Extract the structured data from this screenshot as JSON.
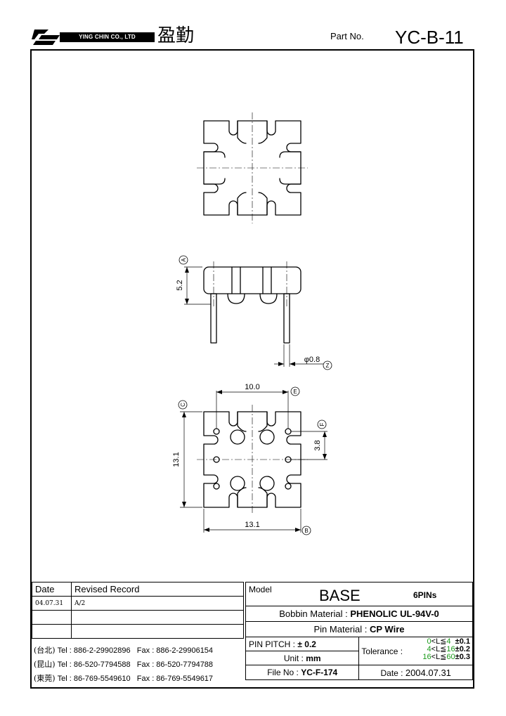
{
  "header": {
    "company_en": "YING CHIN CO., LTD",
    "company_cn": "盈勤",
    "part_no_label": "Part  No.",
    "part_no": "YC-B-11"
  },
  "drawing": {
    "dims": {
      "height": "5.2",
      "pin_dia": "φ0.8",
      "pitch_x": "10.0",
      "pitch_y": "3.8",
      "outline_y": "13.1",
      "outline_x": "13.1"
    },
    "datums": [
      "A",
      "Z",
      "C",
      "E",
      "F",
      "B"
    ]
  },
  "revision": {
    "date_header": "Date",
    "record_header": "Revised  Record",
    "rows": [
      {
        "date": "04.07.31",
        "record": "A/2"
      },
      {
        "date": "",
        "record": ""
      },
      {
        "date": "",
        "record": ""
      }
    ]
  },
  "contacts": [
    {
      "city": "(台北)",
      "tel": "Tel : 886-2-29902896",
      "fax": "Fax : 886-2-29906154"
    },
    {
      "city": "(昆山)",
      "tel": "Tel : 86-520-7794588",
      "fax": "Fax : 86-520-7794788"
    },
    {
      "city": "(東莞)",
      "tel": "Tel : 86-769-5549610",
      "fax": "Fax : 86-769-5549617"
    }
  ],
  "spec": {
    "model_label": "Model",
    "model": "BASE",
    "pins": "6PINs",
    "bobbin_label": "Bobbin  Material :",
    "bobbin": "PHENOLIC UL-94V-0",
    "pin_mat_label": "Pin  Material :",
    "pin_mat": "CP Wire",
    "pitch_label": "PIN  PITCH :",
    "pitch": "± 0.2",
    "tol_label": "Tolerance :",
    "tol": [
      {
        "lo": "0",
        "rel": "<L≦",
        "hi": "4",
        "val": "±0.1"
      },
      {
        "lo": "4",
        "rel": "<L≦",
        "hi": "16",
        "val": "±0.2"
      },
      {
        "lo": "16",
        "rel": "<L≦",
        "hi": "60",
        "val": "±0.3"
      }
    ],
    "unit_label": "Unit :",
    "unit": "mm",
    "file_label": "File  No :",
    "file": "YC-F-174",
    "date_label": "Date :",
    "date": "2004.07.31"
  }
}
